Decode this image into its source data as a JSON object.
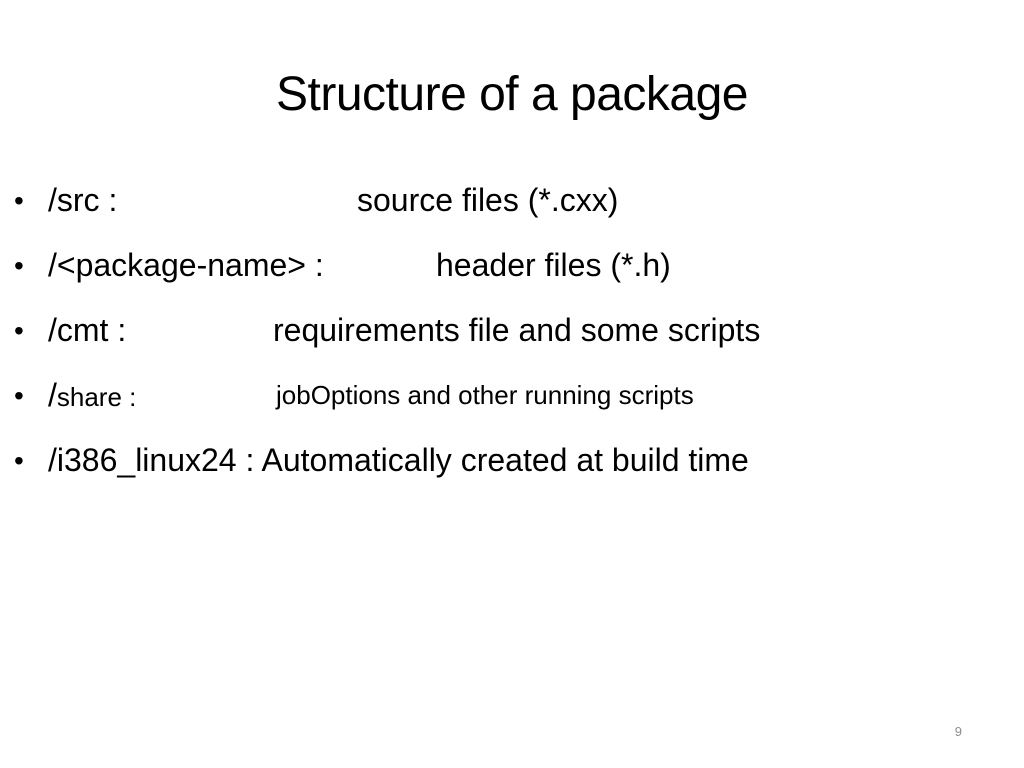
{
  "slide": {
    "title": "Structure of a package",
    "bullets": [
      {
        "path": "/src   :",
        "description": "source files (*.cxx)"
      },
      {
        "path": "/<package-name> :",
        "description": "header files (*.h)"
      },
      {
        "path": "/cmt :",
        "description": "requirements file and some scripts"
      },
      {
        "path_slash": "/",
        "path": "share  :",
        "description": "jobOptions and other running scripts"
      },
      {
        "path": "/i386_linux24  : Automatically created at build time"
      }
    ],
    "bullet_glyph": "•",
    "page_number": "9"
  }
}
